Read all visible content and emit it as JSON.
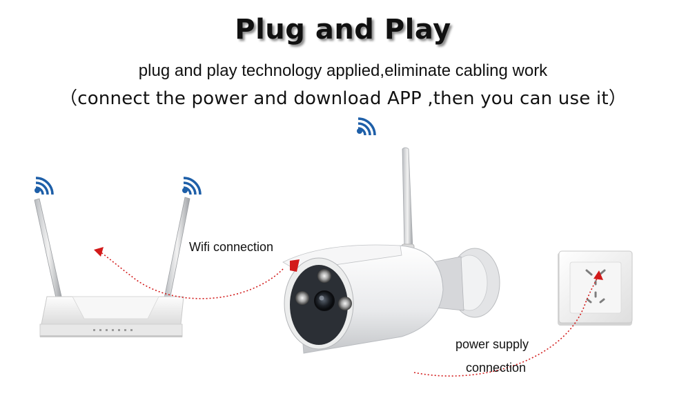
{
  "header": {
    "title": "Plug and Play",
    "subtitle_line1": "plug and play technology applied,eliminate cabling work",
    "subtitle_line2": "（connect the power  and  download APP ,then you can use it）"
  },
  "labels": {
    "wifi_connection": "Wifi connection",
    "power_supply_line1": "power supply",
    "power_supply_line2": "connection"
  },
  "icons": {
    "router_wifi_left": "wifi-icon",
    "router_wifi_right": "wifi-icon",
    "camera_wifi": "wifi-icon"
  },
  "colors": {
    "wifi_blue": "#1e5fa8",
    "dotted_line_red": "#d21a1a"
  }
}
